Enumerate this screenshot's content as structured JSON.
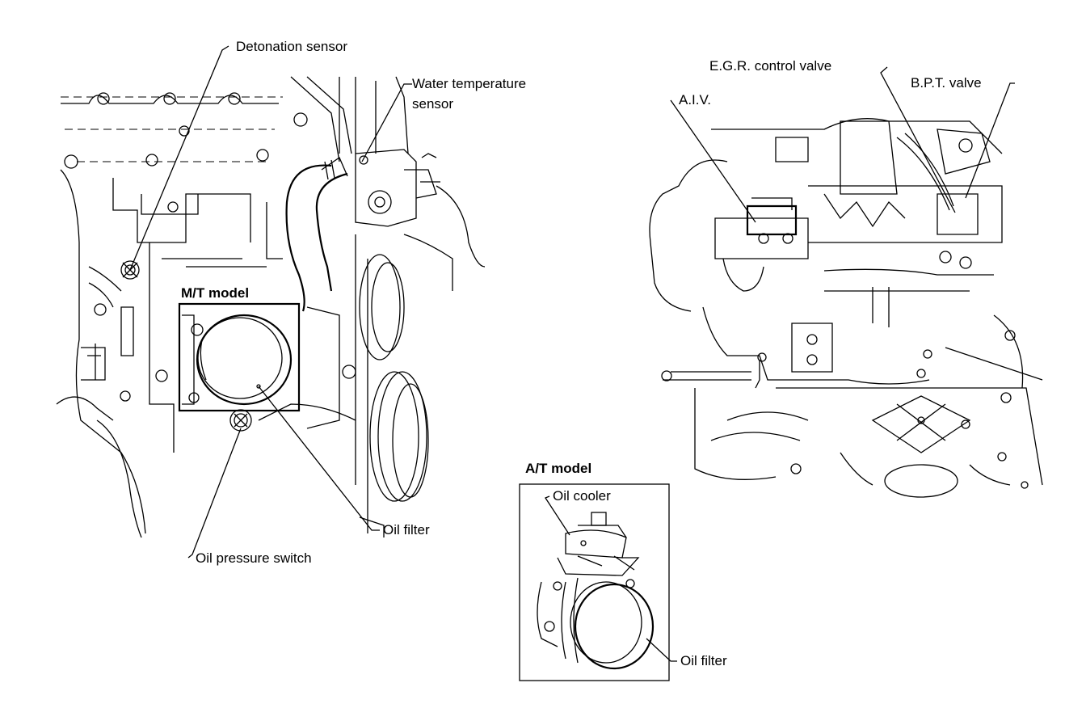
{
  "labels": {
    "detonation_sensor": "Detonation sensor",
    "water_temp_line1": "Water temperature",
    "water_temp_line2": "sensor",
    "mt_model": "M/T model",
    "oil_filter_mt": "Oil filter",
    "oil_pressure_switch": "Oil pressure switch",
    "at_model": "A/T model",
    "oil_cooler": "Oil cooler",
    "oil_filter_at": "Oil filter",
    "egr_control_valve": "E.G.R. control valve",
    "aiv": "A.I.V.",
    "bpt_valve": "B.P.T. valve"
  }
}
